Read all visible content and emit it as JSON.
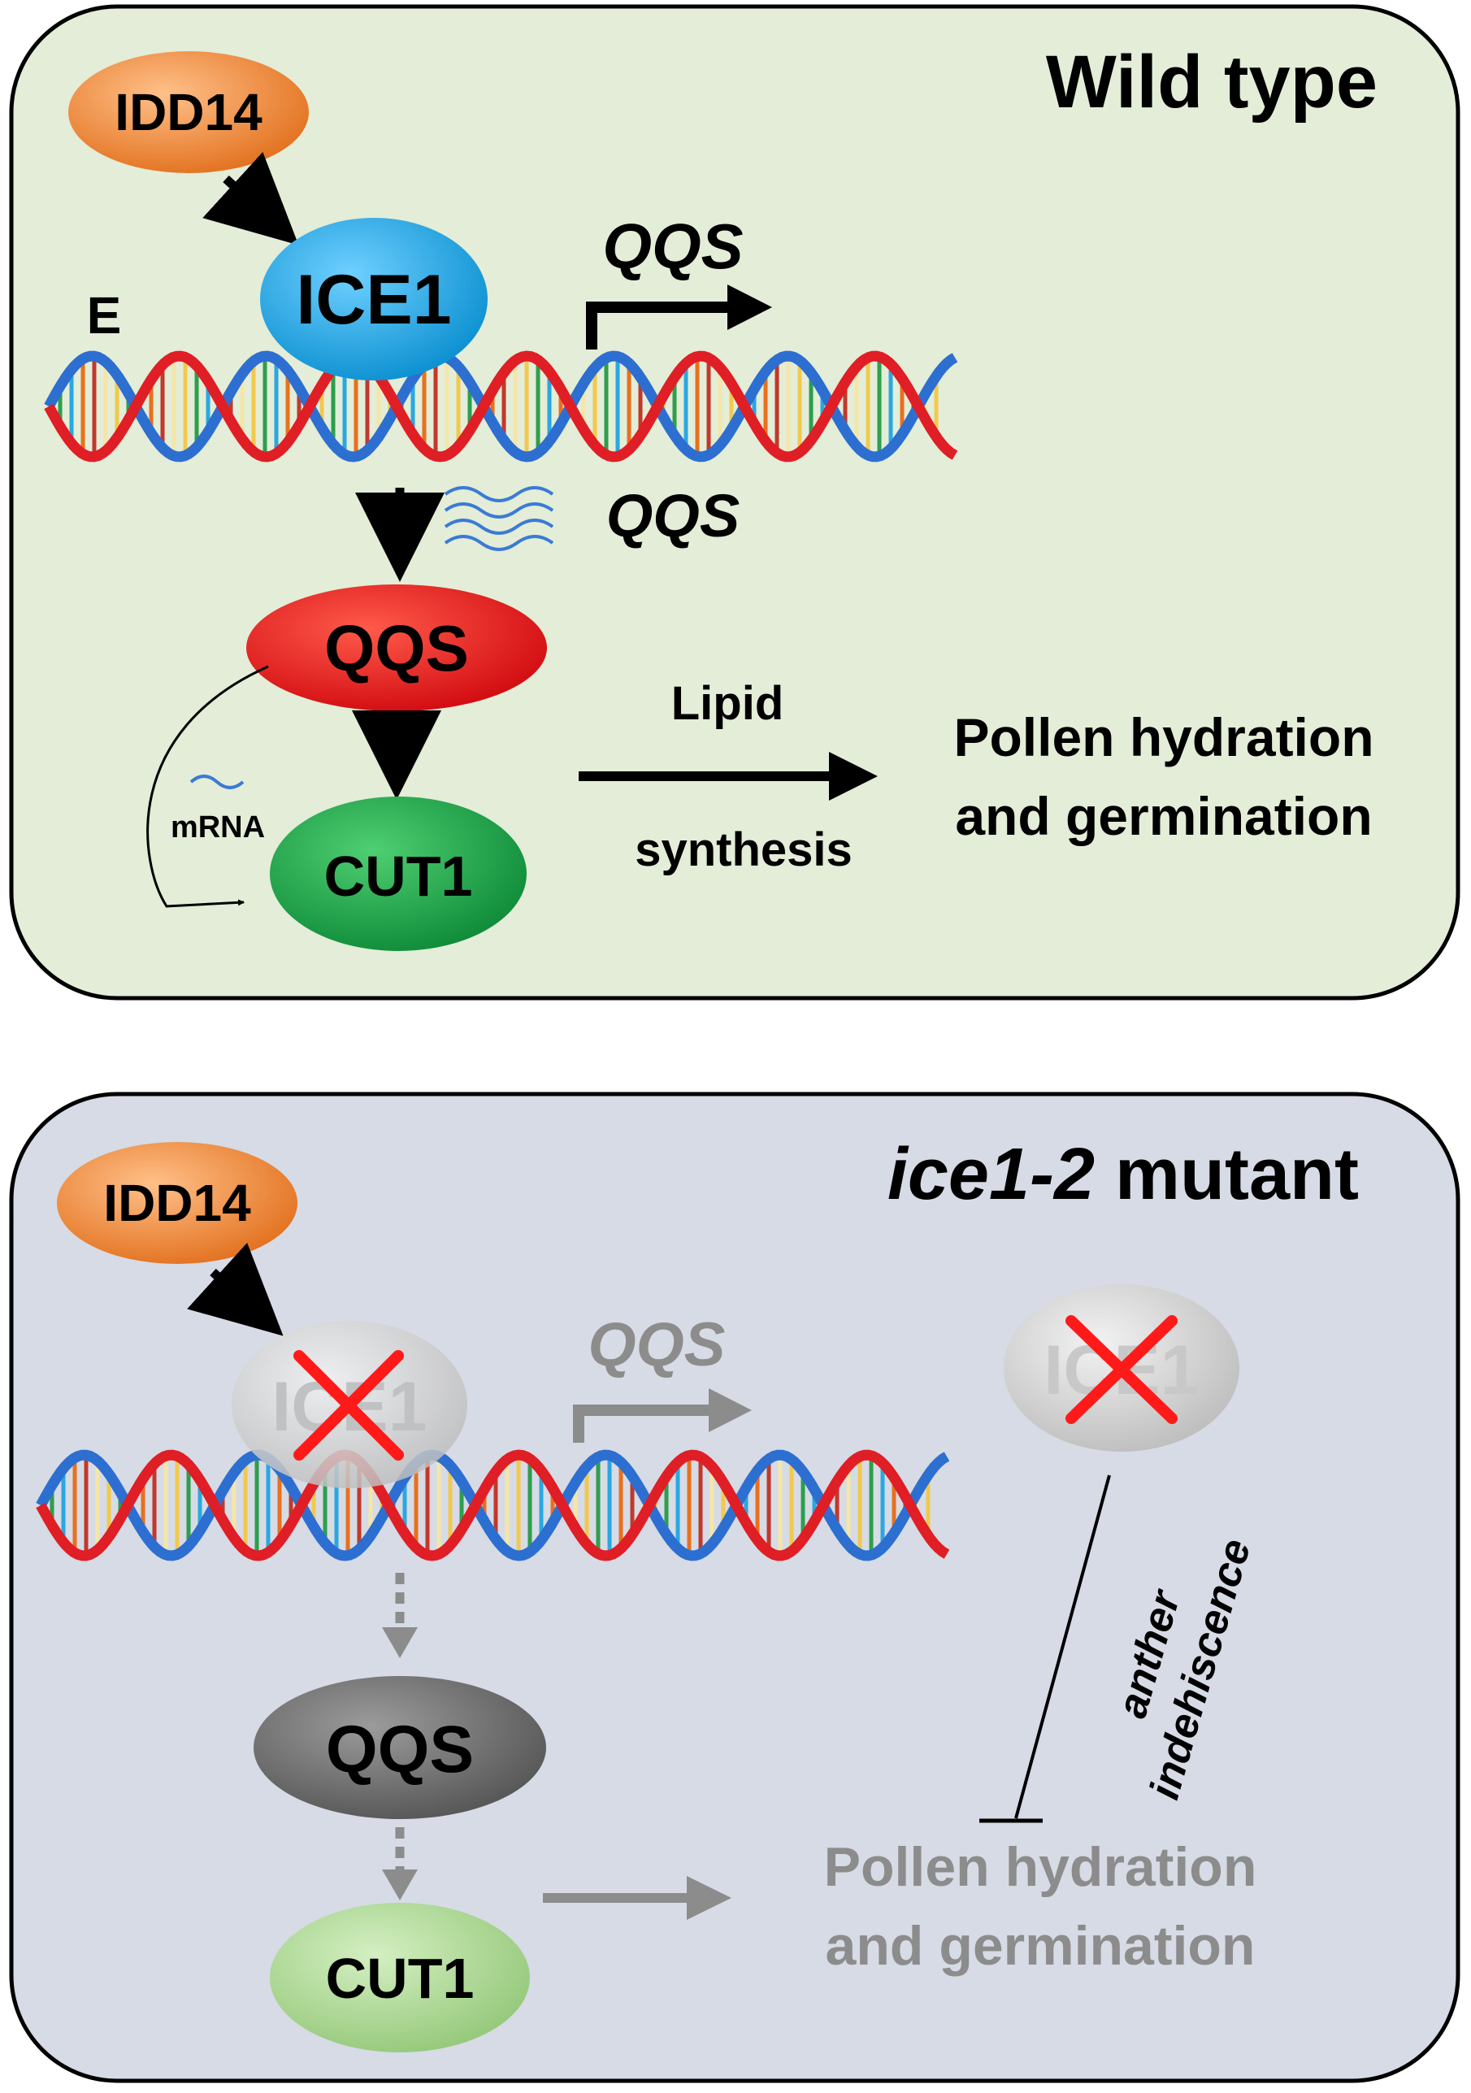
{
  "colors": {
    "wt_bg": "#e3edd8",
    "mut_bg": "#d6dbe5",
    "idd14": "#ef8a3a",
    "ice1": "#1aa3de",
    "qqs_wt": "#e8151b",
    "cut1_wt": "#1a9b43",
    "qqs_mut": "#6b6b6b",
    "cut1_mut": "#a6d38e",
    "ice1_mut": "#cfcfcf",
    "cross": "#ff1a1a",
    "dna_red": "#e01e25",
    "dna_blue": "#2d6fd0",
    "grey_text": "#8c8c8c"
  },
  "wild_type": {
    "title": "Wild type",
    "idd14": "IDD14",
    "ice1": "ICE1",
    "e_box": "E",
    "qqs_gene": "QQS",
    "qqs_transcript": "QQS",
    "qqs_protein": "QQS",
    "mrna": "mRNA",
    "cut1": "CUT1",
    "lipid": "Lipid",
    "synthesis": "synthesis",
    "outcome_line1": "Pollen hydration",
    "outcome_line2": "and germination"
  },
  "mutant": {
    "title_italic": "ice1-2",
    "title_rest": " mutant",
    "idd14": "IDD14",
    "ice1_crossed_1": "ICE1",
    "ice1_crossed_2": "ICE1",
    "qqs_gene": "QQS",
    "qqs_protein": "QQS",
    "cut1": "CUT1",
    "anther_1": "anther",
    "anther_2": "indehiscence",
    "outcome_line1": "Pollen hydration",
    "outcome_line2": "and germination"
  }
}
